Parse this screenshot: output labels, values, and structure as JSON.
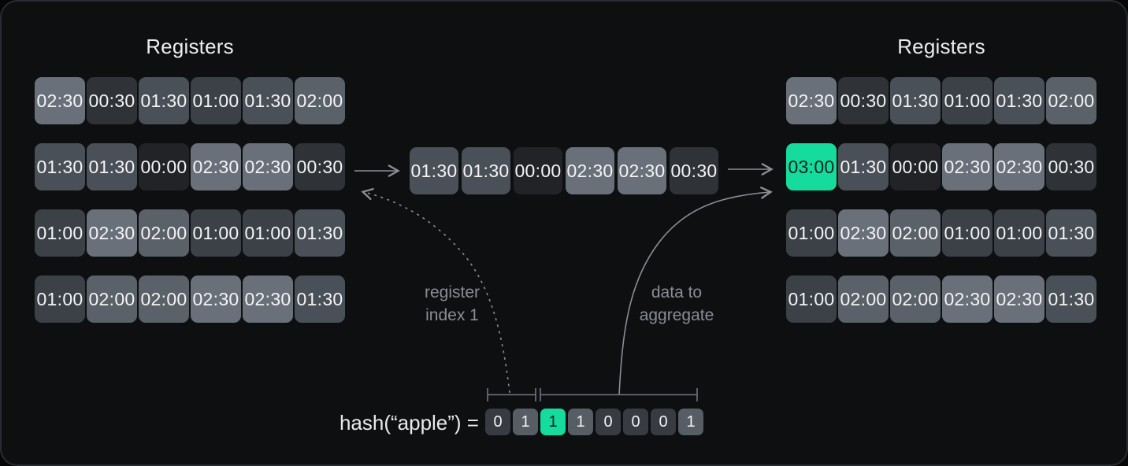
{
  "left_registers": {
    "title": "Registers",
    "rows": [
      [
        "02:30",
        "00:30",
        "01:30",
        "01:00",
        "01:30",
        "02:00"
      ],
      [
        "01:30",
        "01:30",
        "00:00",
        "02:30",
        "02:30",
        "00:30"
      ],
      [
        "01:00",
        "02:30",
        "02:00",
        "01:00",
        "01:00",
        "01:30"
      ],
      [
        "01:00",
        "02:00",
        "02:00",
        "02:30",
        "02:30",
        "01:30"
      ]
    ]
  },
  "middle_row": {
    "values": [
      "01:30",
      "01:30",
      "00:00",
      "02:30",
      "02:30",
      "00:30"
    ]
  },
  "right_registers": {
    "title": "Registers",
    "rows": [
      [
        "02:30",
        "00:30",
        "01:30",
        "01:00",
        "01:30",
        "02:00"
      ],
      [
        "03:00",
        "01:30",
        "00:00",
        "02:30",
        "02:30",
        "00:30"
      ],
      [
        "01:00",
        "02:30",
        "02:00",
        "01:00",
        "01:00",
        "01:30"
      ],
      [
        "01:00",
        "02:00",
        "02:00",
        "02:30",
        "02:30",
        "01:30"
      ]
    ],
    "highlight": {
      "row": 1,
      "col": 0,
      "value": "03:00"
    }
  },
  "labels": {
    "register_index": [
      "register",
      "index 1"
    ],
    "data_to_aggregate": [
      "data to",
      "aggregate"
    ]
  },
  "hash": {
    "label": "hash(“apple”) =",
    "bits": [
      "0",
      "1",
      "1",
      "1",
      "0",
      "0",
      "0",
      "1"
    ],
    "highlight_index": 2,
    "index_bits_span": [
      0,
      1
    ],
    "data_bits_span": [
      2,
      7
    ]
  },
  "colors": {
    "accent_green": "#15DB9C",
    "green_text": "#0E231C",
    "cell_text": "#F3F4F6",
    "arrow": "#8A8E95",
    "bracket": "#71757C",
    "label_text": "#898D94",
    "title_text": "#ECEDEF",
    "panel_background": "#0E0F11",
    "panel_border": "#292C30",
    "value_colors": {
      "00:00": "#212327",
      "00:30": "#2F3337",
      "01:00": "#3C4148",
      "01:30": "#4A5058",
      "02:00": "#5A6169",
      "02:30": "#69707A",
      "03:00": "#15DB9C"
    },
    "bit_colors": {
      "0": "#383C42",
      "1": "#575D65"
    }
  }
}
